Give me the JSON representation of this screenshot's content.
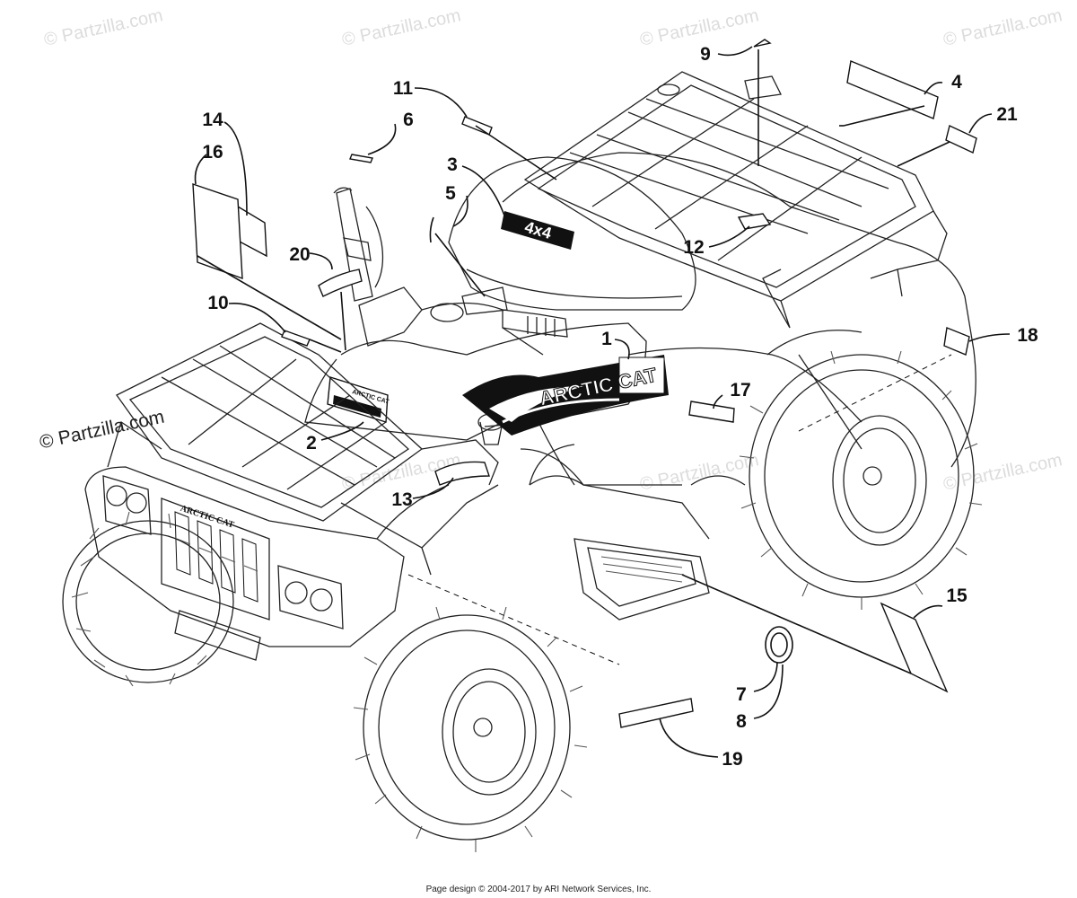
{
  "watermark": {
    "text": "© Partzilla.com"
  },
  "brand_mark": {
    "text": "© Partzilla.com"
  },
  "footer": {
    "text": "Page design © 2004-2017 by ARI Network Services, Inc."
  },
  "decals": {
    "top_side": "ARCTIC CAT",
    "grille": "ARCTIC CAT",
    "hood_4x4": "4x4",
    "panel_top": "ARCTIC CAT"
  },
  "callouts": [
    "1",
    "2",
    "3",
    "4",
    "5",
    "6",
    "7",
    "8",
    "9",
    "10",
    "11",
    "12",
    "13",
    "14",
    "16",
    "15",
    "17",
    "18",
    "19",
    "20",
    "21"
  ]
}
